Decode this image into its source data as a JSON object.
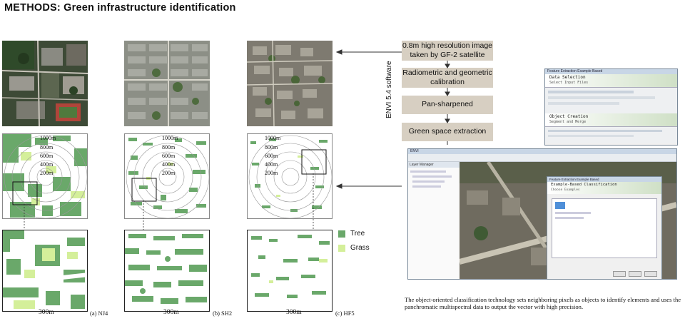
{
  "title": "METHODS:  Green infrastructure identification",
  "cities": [
    {
      "caption": "(a) NJ4",
      "scale": "300m"
    },
    {
      "caption": "(b) SH2",
      "scale": "300m"
    },
    {
      "caption": "(c) HF5",
      "scale": "300m"
    }
  ],
  "rings": [
    "1000m",
    "800m",
    "600m",
    "400m",
    "200m"
  ],
  "legend": {
    "items": [
      {
        "label": "Tree",
        "color": "#6aa86a"
      },
      {
        "label": "Grass",
        "color": "#d4ef9a"
      }
    ]
  },
  "flow": {
    "software": "ENVI 5.4 software",
    "steps": [
      "0.8m high resolution image taken by GF-2 satellite",
      "Radiometric and geometric calibration",
      "Pan-sharpened",
      "Green space extraction"
    ]
  },
  "caption": "The object-oriented classification technology sets neighboring pixels as objects to identify elements and uses the panchromatic multispectral data to output the vector with high precision.",
  "screens": {
    "win1_title": "Feature Extraction Example Based",
    "data_selection": "Data Selection",
    "select_input": "Select Input Files",
    "object_creation": "Object Creation",
    "segment_merge": "Segment and Merge",
    "classification_title": "Example-Based Classification",
    "choose_examples": "Choose Examples",
    "envi_title": "ENVI",
    "layer_manager": "Layer Manager"
  },
  "colors": {
    "tree": "#6aa86a",
    "grass": "#d4ef9a",
    "flowbox": "#d7cfc2"
  }
}
